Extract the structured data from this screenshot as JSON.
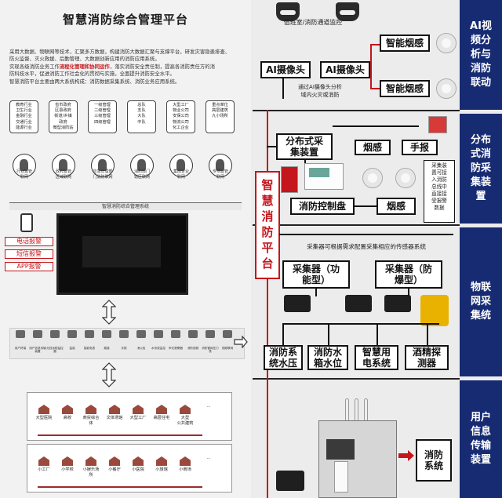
{
  "left": {
    "title": "智慧消防综合管理平台",
    "intro": {
      "line1": "采用大数据、物联网等技术，汇聚多方数据，构建消防大数据汇聚与支撑平台，研发灾害隐患排查、",
      "line2": "防火监督、灭火救援、后勤管理、大数据创新应用的消防应用系统。",
      "line3a": "实现各级消防业务工作",
      "line3b": "流程化管理",
      "line3c": "和",
      "line3d": "协同运作",
      "line3e": "，落实消防安全责任制，提高各消防责任方的消",
      "line4": "防科技水平，促进消防工作社会化的贯彻与实施，全面提升消防安全水平。",
      "line5": "智慧消防平台主要由两大系统构成：消防数据采集系统、消防业务应用系统。"
    },
    "categories": [
      "教育行业\n卫生行业\n金融行业\n交通行业\n能源行业",
      "省市政府\n区县政府\n街道/乡镇\n政府\n微型消防站",
      "一级管理\n二级管理\n三级管理\n四级管理",
      "总队\n支队\n大队\n中队",
      "大型工厂\n物业公司\n安保公司\n物流公司\n化工企业",
      "重点单位\n高层建筑\n九小场所"
    ],
    "hubs": [
      "行业监管\n联网",
      "政府监管\n区域联网",
      "应急管理部\n门消防联网",
      "消防部门\n辖区联网",
      "集团企业\n联网",
      "专项监管\n联网"
    ],
    "system_bar": "智慧消防综合管理系统",
    "alarms": [
      "电话报警",
      "短信报警",
      "APP报警"
    ],
    "devices": [
      "用户终端",
      "用户信息传输装置",
      "无线远程监控器",
      "温感",
      "智能电表",
      "烟感",
      "手报",
      "消火栓",
      "水系统监控",
      "声光报警器",
      "消防视频",
      "消防管网压力表",
      "视频联网"
    ],
    "scenes_top": [
      "大型医院",
      "高校",
      "商贸综合体",
      "文体场馆",
      "大型工厂",
      "高层住宅",
      "大型\n公共建筑",
      "···"
    ],
    "scenes_bottom": [
      "小工厂",
      "小学校",
      "小娱乐场所",
      "小餐厅",
      "小医院",
      "小旅馆",
      "小商场",
      "···"
    ]
  },
  "right": {
    "band1": "AI视\n频分\n析与\n消防\n联动",
    "band2": "分布\n式消\n防采\n集装\n置",
    "band3": "物联\n网采\n集统",
    "band4": "用户\n信息\n传输\n装置",
    "cam_label": "值班室/消防通道监控",
    "ai_cam_1": "AI摄像头",
    "ai_cam_2": "AI摄像头",
    "smoke_1": "智能烟感",
    "smoke_2": "智能烟感",
    "ai_note_1": "通过AI摄像头分析",
    "ai_note_2": "域内火灾或消防",
    "platform": "智\n慧\n消\n防\n平\n台",
    "dist_collector": "分布式采\n集装置",
    "smoke_a": "烟感",
    "manual": "手报",
    "fire_control": "消防控制盘",
    "smoke_b": "烟感",
    "collector_note": "采集装\n置可接\n入消防\n总线中\n直接接\n受报警\n数据",
    "iot_note": "采集器可根据需求配置采集相应的传感器系统",
    "collector_func": "采集器（功\n能型）",
    "collector_ex": "采集器（防\n爆型）",
    "items": [
      "消防系\n统水压",
      "消防水\n箱水位",
      "智慧用\n电系统",
      "酒精探\n测器"
    ],
    "fire_system": "消防\n系统"
  }
}
